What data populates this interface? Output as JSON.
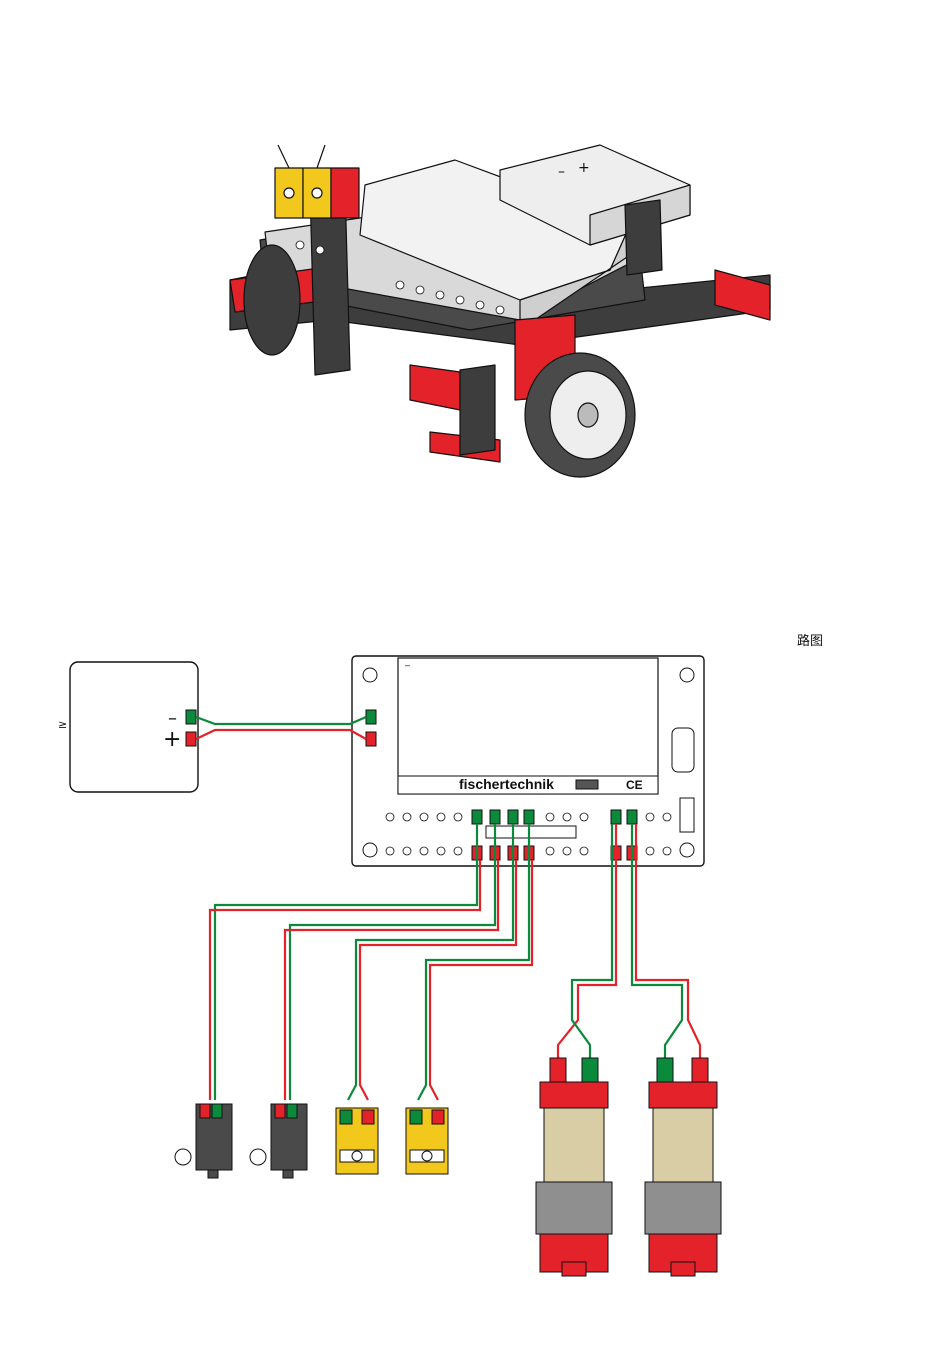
{
  "caption": "路图",
  "battery": {
    "minus_label": "–",
    "plus_label": "+",
    "side_label": "≥"
  },
  "controller": {
    "brand": "fischertechnik",
    "ce_mark": "CE",
    "minus_mark": "–"
  },
  "top_battery": {
    "minus_label": "–",
    "plus_label": "+"
  },
  "colors": {
    "red": "#e3222a",
    "green": "#0b8a3c",
    "yellow": "#f3c81c",
    "dark": "#3d3d3d",
    "cream": "#d8cda4",
    "grey": "#8f8f8f"
  }
}
